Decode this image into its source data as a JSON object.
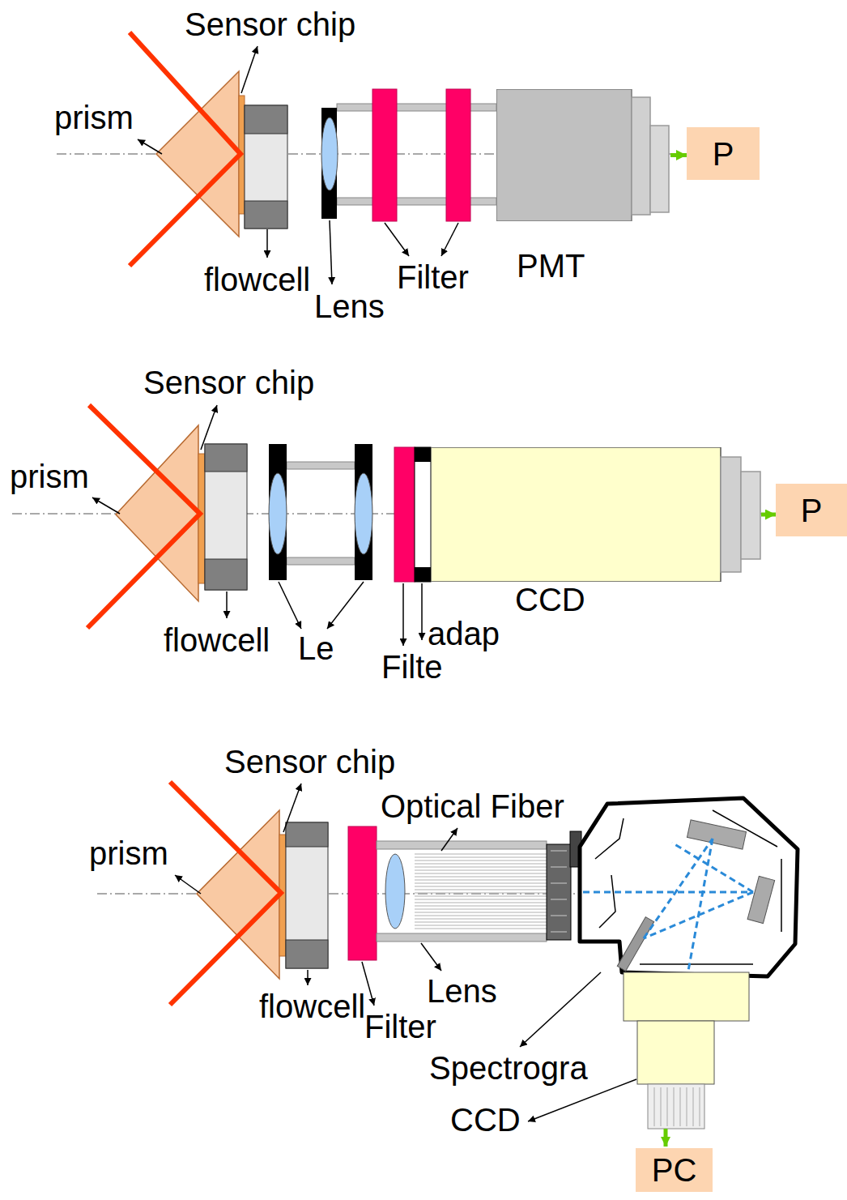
{
  "diagram": {
    "nodes": [
      {
        "text": [
          "PMT"
        ]
      },
      {
        "text": [
          "P"
        ]
      },
      {
        "text": [
          "CCD"
        ]
      },
      {
        "text": [
          "P"
        ]
      },
      {
        "text": [
          "PC"
        ]
      }
    ],
    "edges": [
      {
        "from": 0,
        "to": 1,
        "arrow": "to"
      },
      {
        "from": 2,
        "to": 3,
        "arrow": "to"
      }
    ],
    "labels": [
      "Sensor chip",
      "prism",
      "flowcell",
      "Lens",
      "Filter",
      "Sensor chip",
      "prism",
      "flowcell",
      "Le",
      "adap",
      "Filte",
      "Sensor chip",
      "Optical Fiber",
      "prism",
      "flowcell",
      "Filter",
      "Lens",
      "Spectrogra",
      "CCD"
    ]
  }
}
